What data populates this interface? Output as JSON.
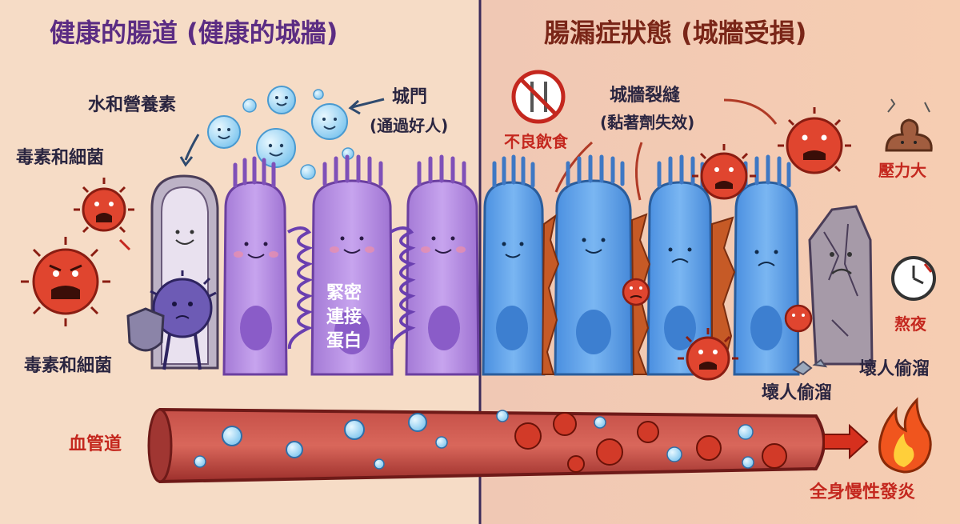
{
  "healthy": {
    "title": "健康的腸道 (健康的城牆)",
    "water_nutrients": "水和營養素",
    "toxins_top": "毒素和細菌",
    "toxins_bottom": "毒素和細菌",
    "gate_line1": "城門",
    "gate_line2": "(通過好人)",
    "tight_junction_line1": "緊密",
    "tight_junction_line2": "連接",
    "tight_junction_line3": "蛋白",
    "blood_vessel": "血管道"
  },
  "leaky": {
    "title": "腸漏症狀態 (城牆受損)",
    "bad_diet": "不良飲食",
    "crack_line1": "城牆裂縫",
    "crack_line2": "(黏著劑失效)",
    "stress": "壓力大",
    "late_night": "熬夜",
    "intruders_1": "壞人偷溜",
    "intruders_2": "壞人偷溜",
    "inflammation": "全身慢性發炎"
  },
  "colors": {
    "bg_left": "#f6dcc6",
    "bg_right": "#f3c9b0",
    "healthy_cell": "#b48ae0",
    "leaky_cell": "#5e9fe6",
    "junction_coil": "#7a4fb8",
    "bacteria": "#e0452f",
    "vessel": "#b8403a",
    "divider": "#3b2a5a"
  },
  "icons": [
    "no-food-icon",
    "poop-stress-icon",
    "clock-icon",
    "fire-icon",
    "shield-icon",
    "arrow-icon"
  ]
}
